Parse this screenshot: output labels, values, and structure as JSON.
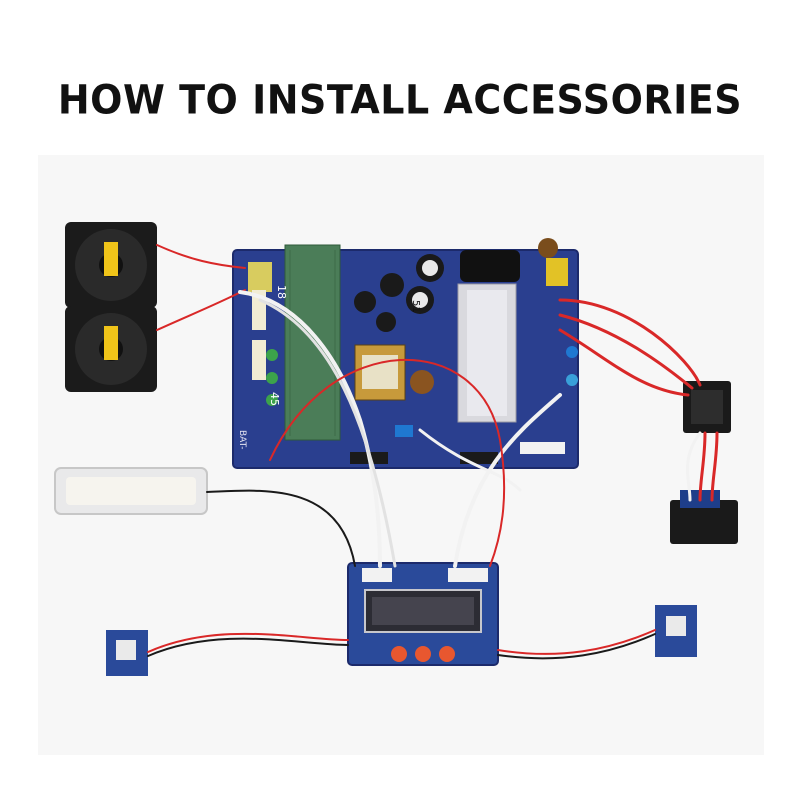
{
  "title": "HOW TO INSTALL ACCESSORIES",
  "photo": {
    "description_icons": [
      "fan-icon",
      "fan-icon",
      "light-bar-icon",
      "circuit-board-icon",
      "display-panel-icon",
      "switch-icon",
      "sensor-icon"
    ],
    "board_labels": {
      "bat_left": "BAT-",
      "cap_51": "51",
      "cap_18": "18",
      "cap_45": "45"
    },
    "colors": {
      "pcb_blue": "#2a3f8f",
      "pcb_dark": "#1c2a6b",
      "heatsink": "#d9d9de",
      "inductor_green": "#4b7d58",
      "wire_red": "#d92828",
      "wire_white": "#f2f2f2",
      "wire_black": "#1a1a1a",
      "button_orange": "#e8572f",
      "fan_black": "#1b1b1b",
      "fan_label": "#f0c419"
    }
  }
}
